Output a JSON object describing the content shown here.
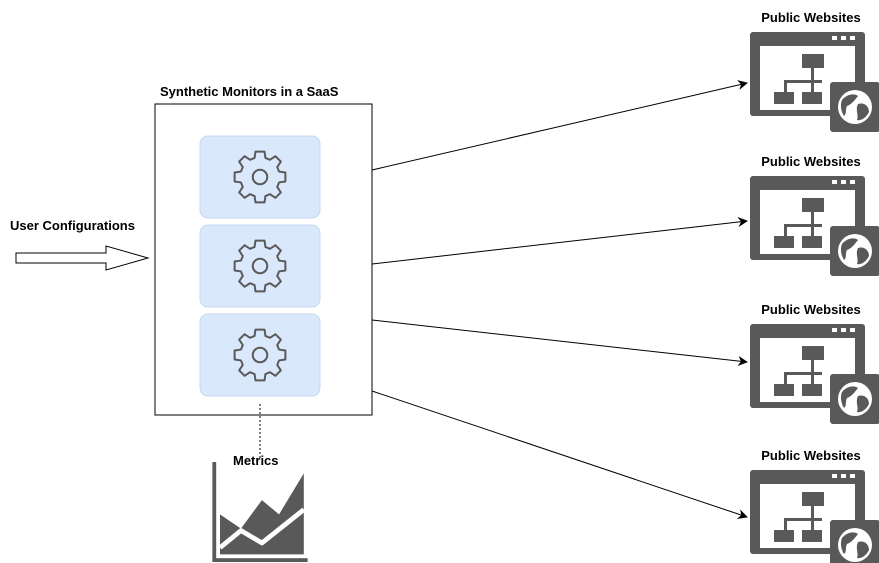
{
  "diagram": {
    "saas_title": "Synthetic Monitors in a SaaS",
    "input_label": "User Configurations",
    "metrics_label": "Metrics",
    "monitors": [
      {
        "icon": "gear-icon"
      },
      {
        "icon": "gear-icon"
      },
      {
        "icon": "gear-icon"
      }
    ],
    "websites": [
      {
        "title": "Public Websites",
        "icon": "website-globe-icon"
      },
      {
        "title": "Public Websites",
        "icon": "website-globe-icon"
      },
      {
        "title": "Public Websites",
        "icon": "website-globe-icon"
      },
      {
        "title": "Public Websites",
        "icon": "website-globe-icon"
      }
    ],
    "colors": {
      "monitor_fill": "#dae8fc",
      "monitor_stroke": "#c6d8f0",
      "icon_gray": "#595959",
      "line": "#000000"
    }
  }
}
